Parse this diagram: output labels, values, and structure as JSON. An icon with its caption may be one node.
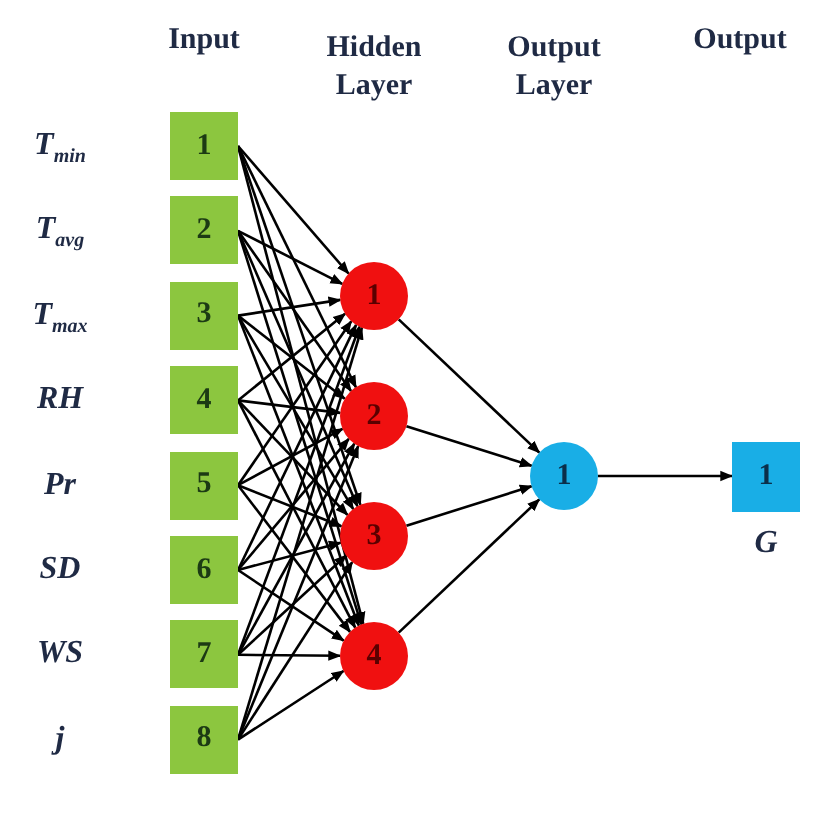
{
  "diagram": {
    "nodes": [
      {
        "text": [
          "1"
        ],
        "beside": [
          "T$_{min}$"
        ]
      },
      {
        "text": [
          "2"
        ],
        "beside": [
          "T$_{avg}$"
        ]
      },
      {
        "text": [
          "3"
        ],
        "beside": [
          "T$_{max}$"
        ]
      },
      {
        "text": [
          "4"
        ],
        "beside": [
          "RH"
        ]
      },
      {
        "text": [
          "5"
        ],
        "beside": [
          "Pr"
        ]
      },
      {
        "text": [
          "6"
        ],
        "beside": [
          "SD"
        ]
      },
      {
        "text": [
          "7"
        ],
        "beside": [
          "WS"
        ]
      },
      {
        "text": [
          "8"
        ],
        "beside": [
          "j"
        ]
      },
      {
        "text": [
          "1"
        ]
      },
      {
        "text": [
          "2"
        ]
      },
      {
        "text": [
          "3"
        ]
      },
      {
        "text": [
          "4"
        ]
      },
      {
        "text": [
          "1"
        ]
      },
      {
        "text": [
          "1"
        ],
        "beside": [
          "G"
        ]
      }
    ],
    "edges": [
      {
        "from": 0,
        "to": 8,
        "arrow": "to"
      },
      {
        "from": 0,
        "to": 9,
        "arrow": "to"
      },
      {
        "from": 0,
        "to": 10,
        "arrow": "to"
      },
      {
        "from": 0,
        "to": 11,
        "arrow": "to"
      },
      {
        "from": 1,
        "to": 8,
        "arrow": "to"
      },
      {
        "from": 1,
        "to": 9,
        "arrow": "to"
      },
      {
        "from": 1,
        "to": 10,
        "arrow": "to"
      },
      {
        "from": 1,
        "to": 11,
        "arrow": "to"
      },
      {
        "from": 2,
        "to": 8,
        "arrow": "to"
      },
      {
        "from": 2,
        "to": 9,
        "arrow": "to"
      },
      {
        "from": 2,
        "to": 10,
        "arrow": "to"
      },
      {
        "from": 2,
        "to": 11,
        "arrow": "to"
      },
      {
        "from": 3,
        "to": 8,
        "arrow": "to"
      },
      {
        "from": 3,
        "to": 9,
        "arrow": "to"
      },
      {
        "from": 3,
        "to": 10,
        "arrow": "to"
      },
      {
        "from": 3,
        "to": 11,
        "arrow": "to"
      },
      {
        "from": 4,
        "to": 8,
        "arrow": "to"
      },
      {
        "from": 4,
        "to": 9,
        "arrow": "to"
      },
      {
        "from": 4,
        "to": 10,
        "arrow": "to"
      },
      {
        "from": 4,
        "to": 11,
        "arrow": "to"
      },
      {
        "from": 5,
        "to": 8,
        "arrow": "to"
      },
      {
        "from": 5,
        "to": 9,
        "arrow": "to"
      },
      {
        "from": 5,
        "to": 10,
        "arrow": "to"
      },
      {
        "from": 5,
        "to": 11,
        "arrow": "to"
      },
      {
        "from": 6,
        "to": 8,
        "arrow": "to"
      },
      {
        "from": 6,
        "to": 9,
        "arrow": "to"
      },
      {
        "from": 6,
        "to": 10,
        "arrow": "to"
      },
      {
        "from": 6,
        "to": 11,
        "arrow": "to"
      },
      {
        "from": 7,
        "to": 8,
        "arrow": "to"
      },
      {
        "from": 7,
        "to": 9,
        "arrow": "to"
      },
      {
        "from": 7,
        "to": 10,
        "arrow": "to"
      },
      {
        "from": 7,
        "to": 11,
        "arrow": "to"
      },
      {
        "from": 8,
        "to": 12,
        "arrow": "to"
      },
      {
        "from": 9,
        "to": 12,
        "arrow": "to"
      },
      {
        "from": 10,
        "to": 12,
        "arrow": "to"
      },
      {
        "from": 11,
        "to": 12,
        "arrow": "to"
      },
      {
        "from": 12,
        "to": 13,
        "arrow": "to"
      }
    ],
    "labels": [
      "Input",
      "Hidden Layer",
      "Output Layer",
      "Output"
    ]
  }
}
